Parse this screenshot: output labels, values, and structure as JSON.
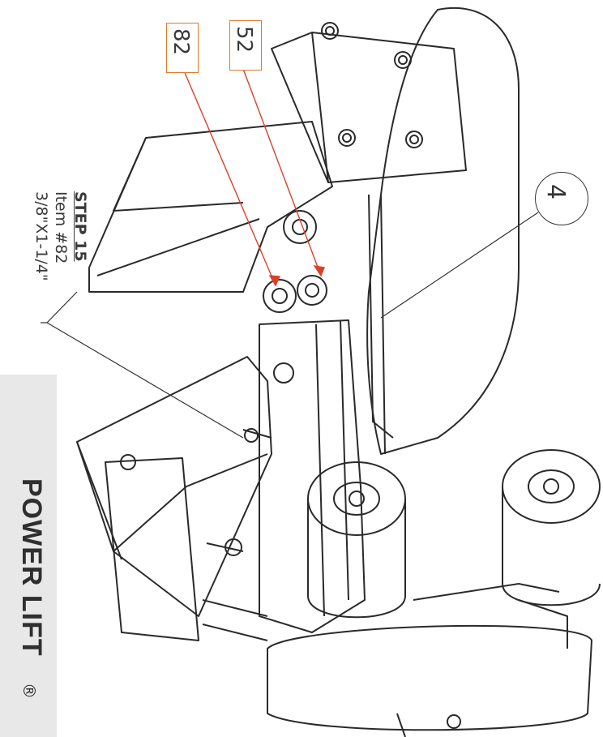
{
  "step": {
    "title": "STEP 15",
    "item": "Item #82",
    "size": "3/8\"X1-1/4\""
  },
  "callouts": {
    "part_82": "82",
    "part_52": "52",
    "part_4": "4"
  },
  "brand": {
    "name": "POWER LIFT",
    "mark": "®"
  },
  "colors": {
    "callout_border": "#e07a2e",
    "leader_red": "#d9412b",
    "line_art": "#2a2a2a",
    "brand_bar": "#e8e8e8"
  }
}
